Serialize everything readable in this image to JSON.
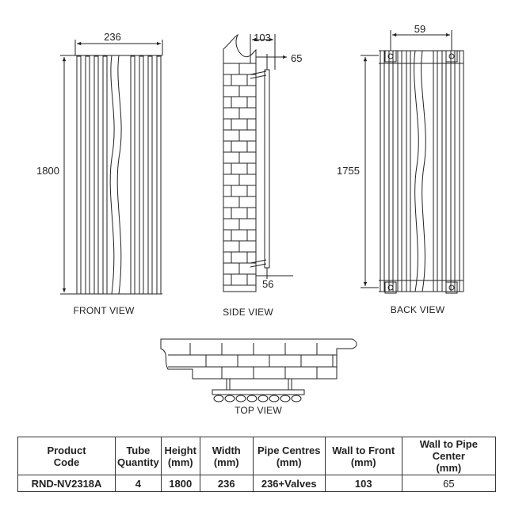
{
  "drawing": {
    "front_view": {
      "label": "FRONT VIEW",
      "width_dim": "236",
      "height_dim": "1800"
    },
    "side_view": {
      "label": "SIDE VIEW",
      "depth_dim": "103",
      "pipe_dim": "65",
      "bracket_dim": "56"
    },
    "back_view": {
      "label": "BACK VIEW",
      "width_dim": "59",
      "height_dim": "1755"
    },
    "top_view": {
      "label": "TOP VIEW"
    }
  },
  "spec_table": {
    "headers": [
      [
        "Product",
        "Code"
      ],
      [
        "Tube",
        "Quantity"
      ],
      [
        "Height",
        "(mm)"
      ],
      [
        "Width",
        "(mm)"
      ],
      [
        "Pipe Centres",
        "(mm)"
      ],
      [
        "Wall to Front",
        "(mm)"
      ],
      [
        "Wall to Pipe Center",
        "(mm)"
      ]
    ],
    "row": [
      "RND-NV2318A",
      "4",
      "1800",
      "236",
      "236+Valves",
      "103",
      "65"
    ]
  }
}
